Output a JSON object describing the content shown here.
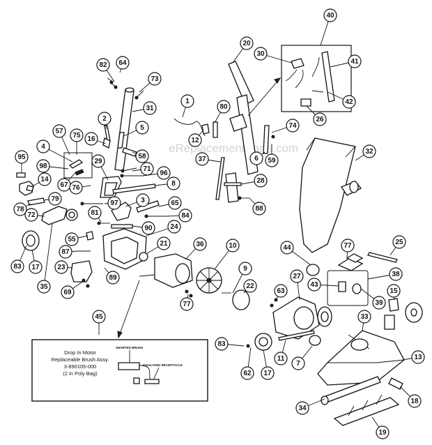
{
  "watermark": "eReplacementParts.com",
  "inset_box": {
    "lines": [
      "Drop In Motor",
      "Replaceable Brush Assy.",
      "3-890105-000",
      "(2 in Poly Bag)"
    ],
    "label_shorted": "SHORTED BRUSH",
    "label_insulated": "INSULATED RECEPTACLE"
  },
  "callouts": [
    {
      "n": "82"
    },
    {
      "n": "64"
    },
    {
      "n": "73"
    },
    {
      "n": "31"
    },
    {
      "n": "2"
    },
    {
      "n": "5"
    },
    {
      "n": "16"
    },
    {
      "n": "57"
    },
    {
      "n": "75"
    },
    {
      "n": "4"
    },
    {
      "n": "58"
    },
    {
      "n": "95"
    },
    {
      "n": "98"
    },
    {
      "n": "29"
    },
    {
      "n": "71"
    },
    {
      "n": "96"
    },
    {
      "n": "14"
    },
    {
      "n": "67"
    },
    {
      "n": "76"
    },
    {
      "n": "8"
    },
    {
      "n": "97"
    },
    {
      "n": "3"
    },
    {
      "n": "65"
    },
    {
      "n": "79"
    },
    {
      "n": "78"
    },
    {
      "n": "72"
    },
    {
      "n": "84"
    },
    {
      "n": "81"
    },
    {
      "n": "90"
    },
    {
      "n": "24"
    },
    {
      "n": "55"
    },
    {
      "n": "21"
    },
    {
      "n": "17"
    },
    {
      "n": "83"
    },
    {
      "n": "87"
    },
    {
      "n": "23"
    },
    {
      "n": "89"
    },
    {
      "n": "35"
    },
    {
      "n": "69"
    },
    {
      "n": "36"
    },
    {
      "n": "20"
    },
    {
      "n": "1"
    },
    {
      "n": "80"
    },
    {
      "n": "12"
    },
    {
      "n": "37"
    },
    {
      "n": "30"
    },
    {
      "n": "40"
    },
    {
      "n": "41"
    },
    {
      "n": "42"
    },
    {
      "n": "26"
    },
    {
      "n": "74"
    },
    {
      "n": "6"
    },
    {
      "n": "59"
    },
    {
      "n": "32"
    },
    {
      "n": "28"
    },
    {
      "n": "88"
    },
    {
      "n": "10"
    },
    {
      "n": "9"
    },
    {
      "n": "22"
    },
    {
      "n": "44"
    },
    {
      "n": "77"
    },
    {
      "n": "25"
    },
    {
      "n": "63"
    },
    {
      "n": "27"
    },
    {
      "n": "38"
    },
    {
      "n": "43"
    },
    {
      "n": "39"
    },
    {
      "n": "15"
    },
    {
      "n": "45"
    },
    {
      "n": "33"
    },
    {
      "n": "83"
    },
    {
      "n": "62"
    },
    {
      "n": "17"
    },
    {
      "n": "11"
    },
    {
      "n": "7"
    },
    {
      "n": "13"
    },
    {
      "n": "34"
    },
    {
      "n": "18"
    },
    {
      "n": "19"
    },
    {
      "n": "77"
    }
  ]
}
